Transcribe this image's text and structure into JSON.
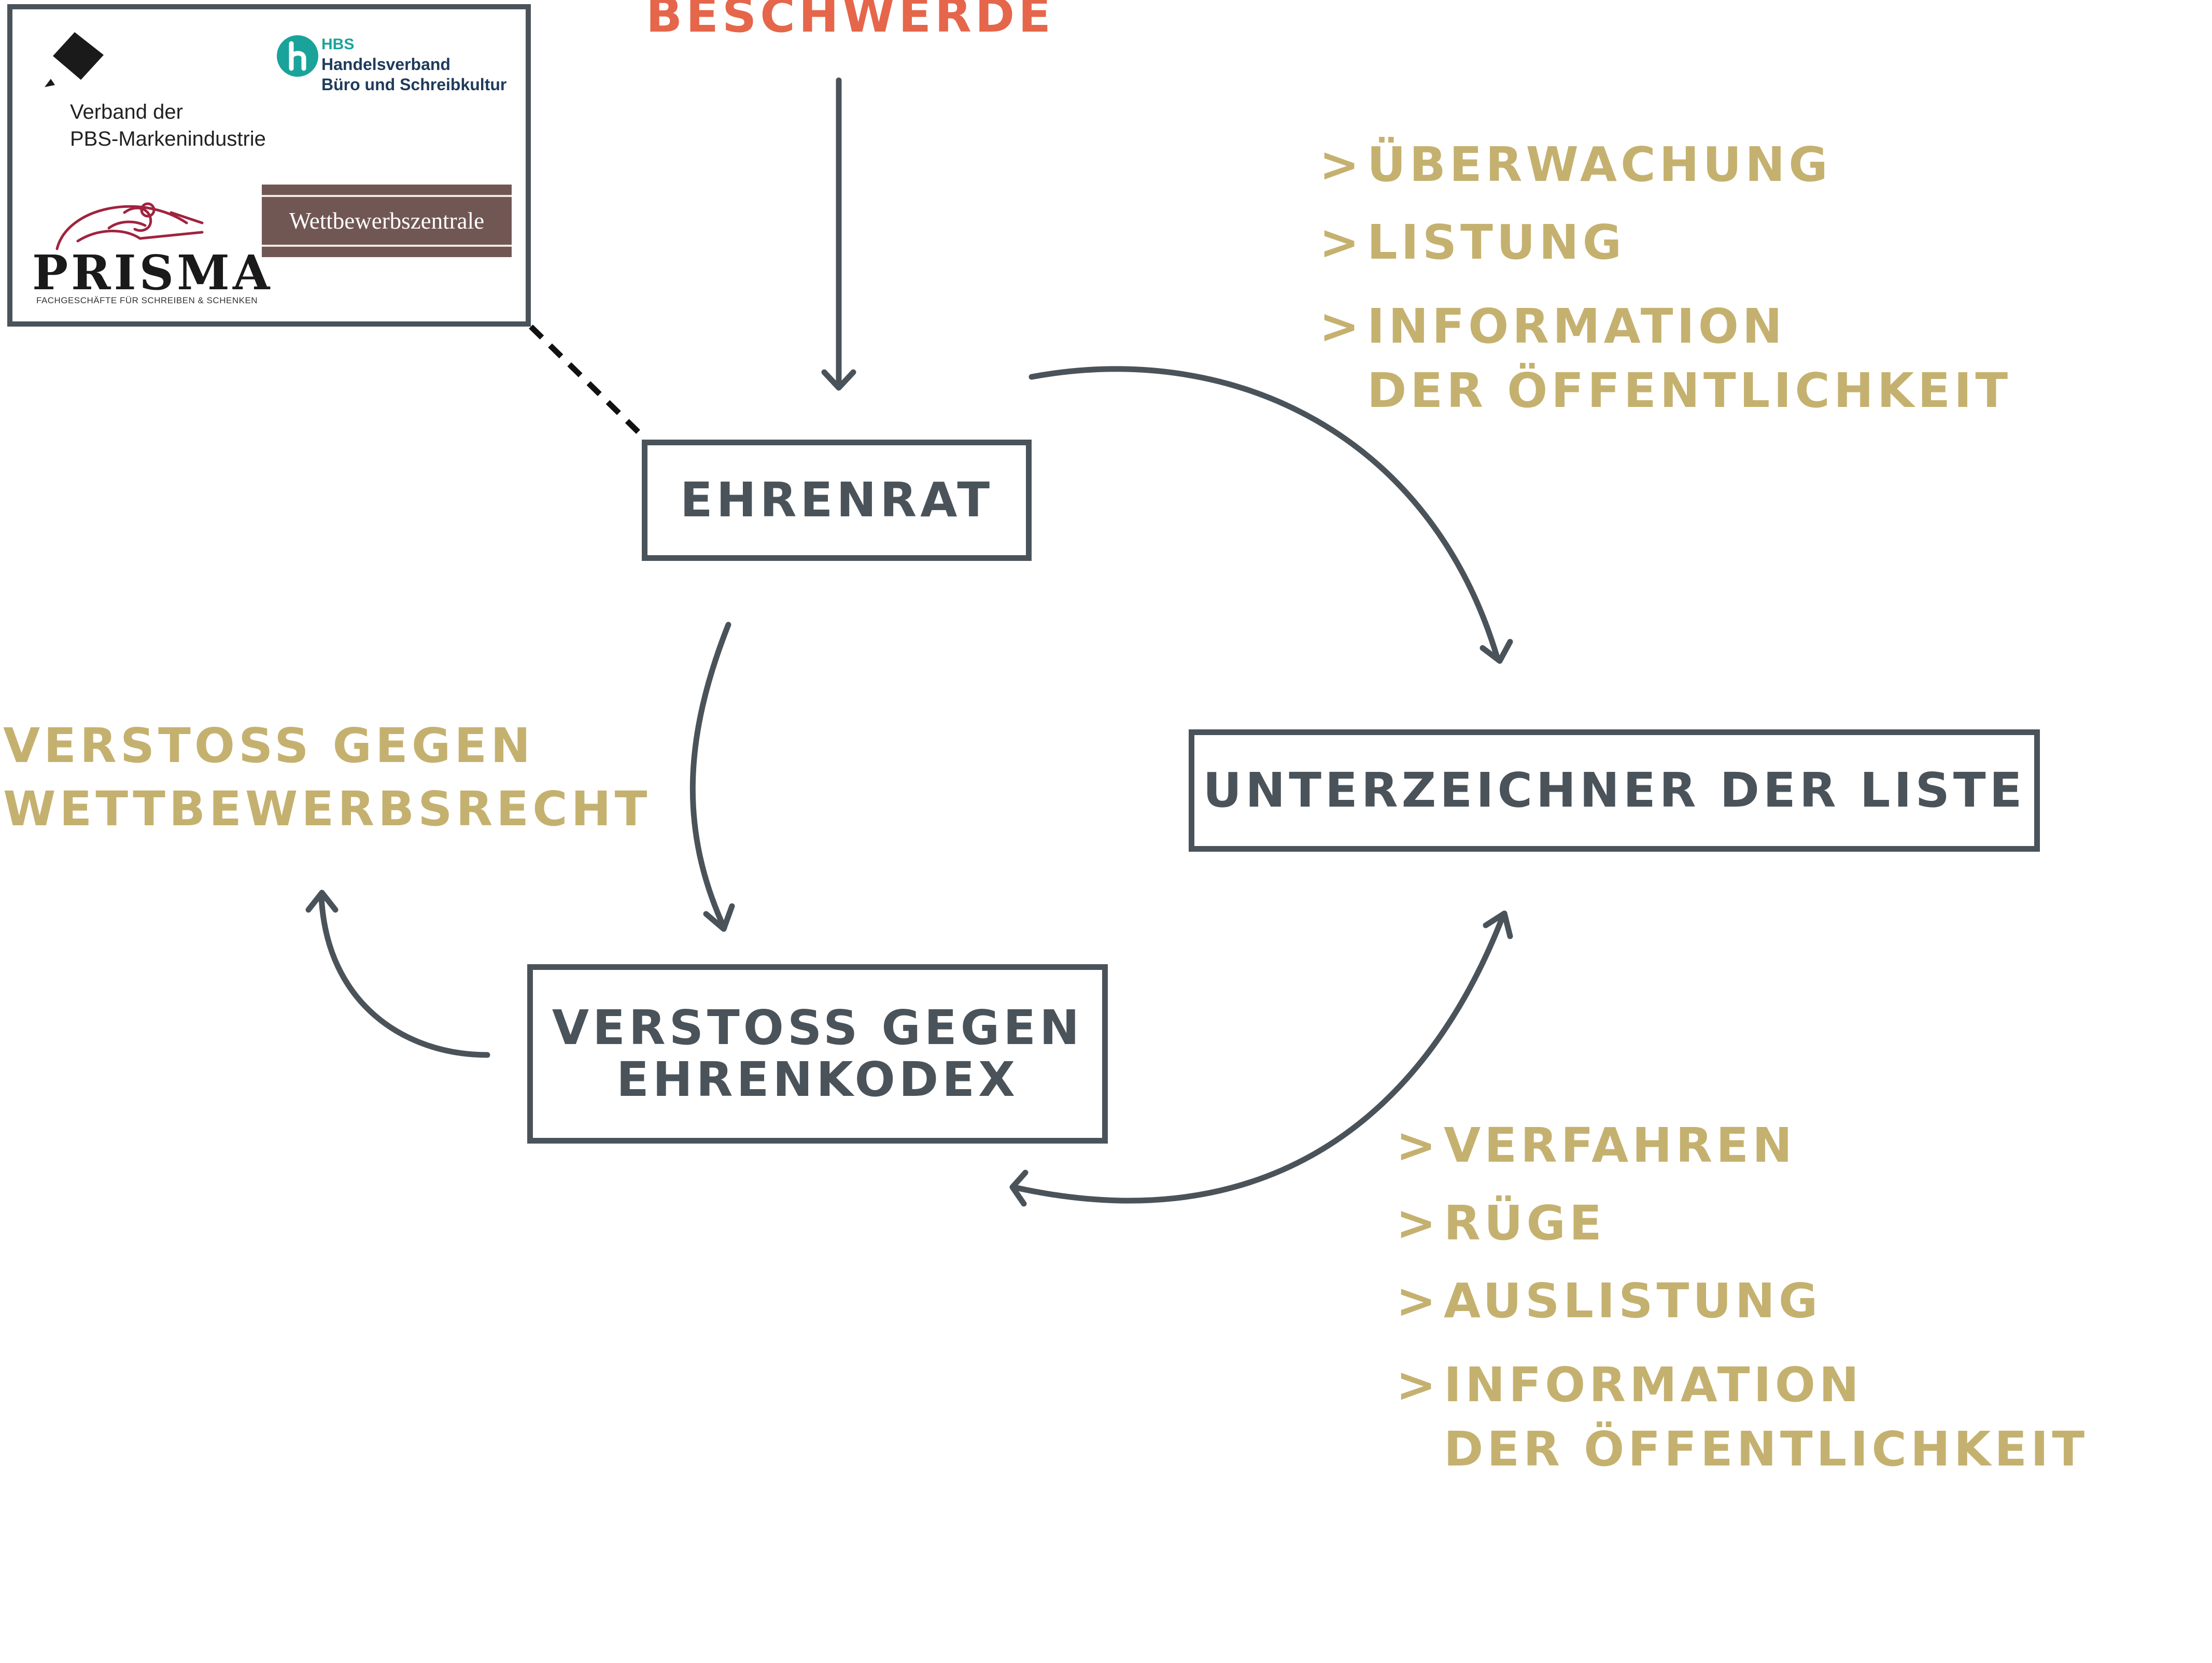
{
  "logos": {
    "vdp": {
      "line1": "Verband der",
      "line2": "PBS-Markenindustrie",
      "icon": "diamond-pen-icon"
    },
    "hbs": {
      "abbr": "HBS",
      "line1": "Handelsverband",
      "line2": "Büro und Schreibkultur",
      "icon": "letter-h-circle-icon",
      "color": "#1aa39a"
    },
    "prisma": {
      "name": "PRISMA",
      "tagline": "FACHGESCHÄFTE FÜR SCHREIBEN & SCHENKEN",
      "icon": "writing-figure-icon",
      "color": "#a0233f"
    },
    "wettbewerbszentrale": {
      "name": "Wettbewerbszentrale",
      "color": "#715754"
    }
  },
  "diagram": {
    "complaint": "BESCHWERDE",
    "council": "EHRENRAT",
    "signatories": "UNTERZEICHNER DER LISTE",
    "code_violation": [
      "VERSTOSS GEGEN",
      "EHRENKODEX"
    ],
    "competition_violation": [
      "VERSTOSS GEGEN",
      "WETTBEWERBSRECHT"
    ],
    "bullet": ">",
    "monitoring_actions": [
      {
        "lines": [
          "ÜBERWACHUNG"
        ]
      },
      {
        "lines": [
          "LISTUNG"
        ]
      },
      {
        "lines": [
          "INFORMATION",
          "DER ÖFFENTLICHKEIT"
        ]
      }
    ],
    "sanctions": [
      {
        "lines": [
          "VERFAHREN"
        ]
      },
      {
        "lines": [
          "RÜGE"
        ]
      },
      {
        "lines": [
          "AUSLISTUNG"
        ]
      },
      {
        "lines": [
          "INFORMATION",
          "DER ÖFFENTLICHKEIT"
        ]
      }
    ],
    "colors": {
      "dark": "#4b535a",
      "accent_red": "#e5664a",
      "gold": "#c5b16f"
    }
  }
}
